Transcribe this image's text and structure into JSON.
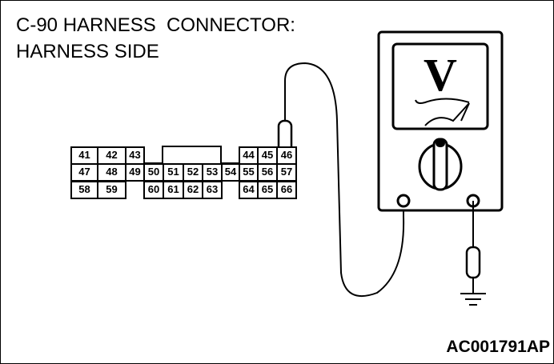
{
  "title_line1": "C-90 HARNESS  CONNECTOR:",
  "title_line2": "HARNESS SIDE",
  "figure_code": "AC001791AP",
  "meter_label": "V",
  "connector": {
    "row1": [
      "41",
      "42",
      "43",
      "44",
      "45",
      "46"
    ],
    "row2": [
      "47",
      "48",
      "49",
      "50",
      "51",
      "52",
      "53",
      "54",
      "55",
      "56",
      "57"
    ],
    "row3": [
      "58",
      "59",
      "60",
      "61",
      "62",
      "63",
      "64",
      "65",
      "66"
    ]
  }
}
